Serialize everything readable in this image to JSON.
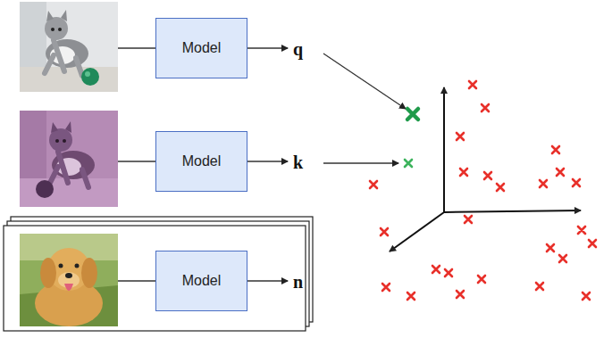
{
  "diagram": {
    "nodes": [
      {
        "text": [
          "Model"
        ]
      },
      {
        "text": [
          "Model"
        ]
      },
      {
        "text": [
          "Model"
        ]
      }
    ],
    "labels": [
      "q",
      "k",
      "n"
    ]
  }
}
